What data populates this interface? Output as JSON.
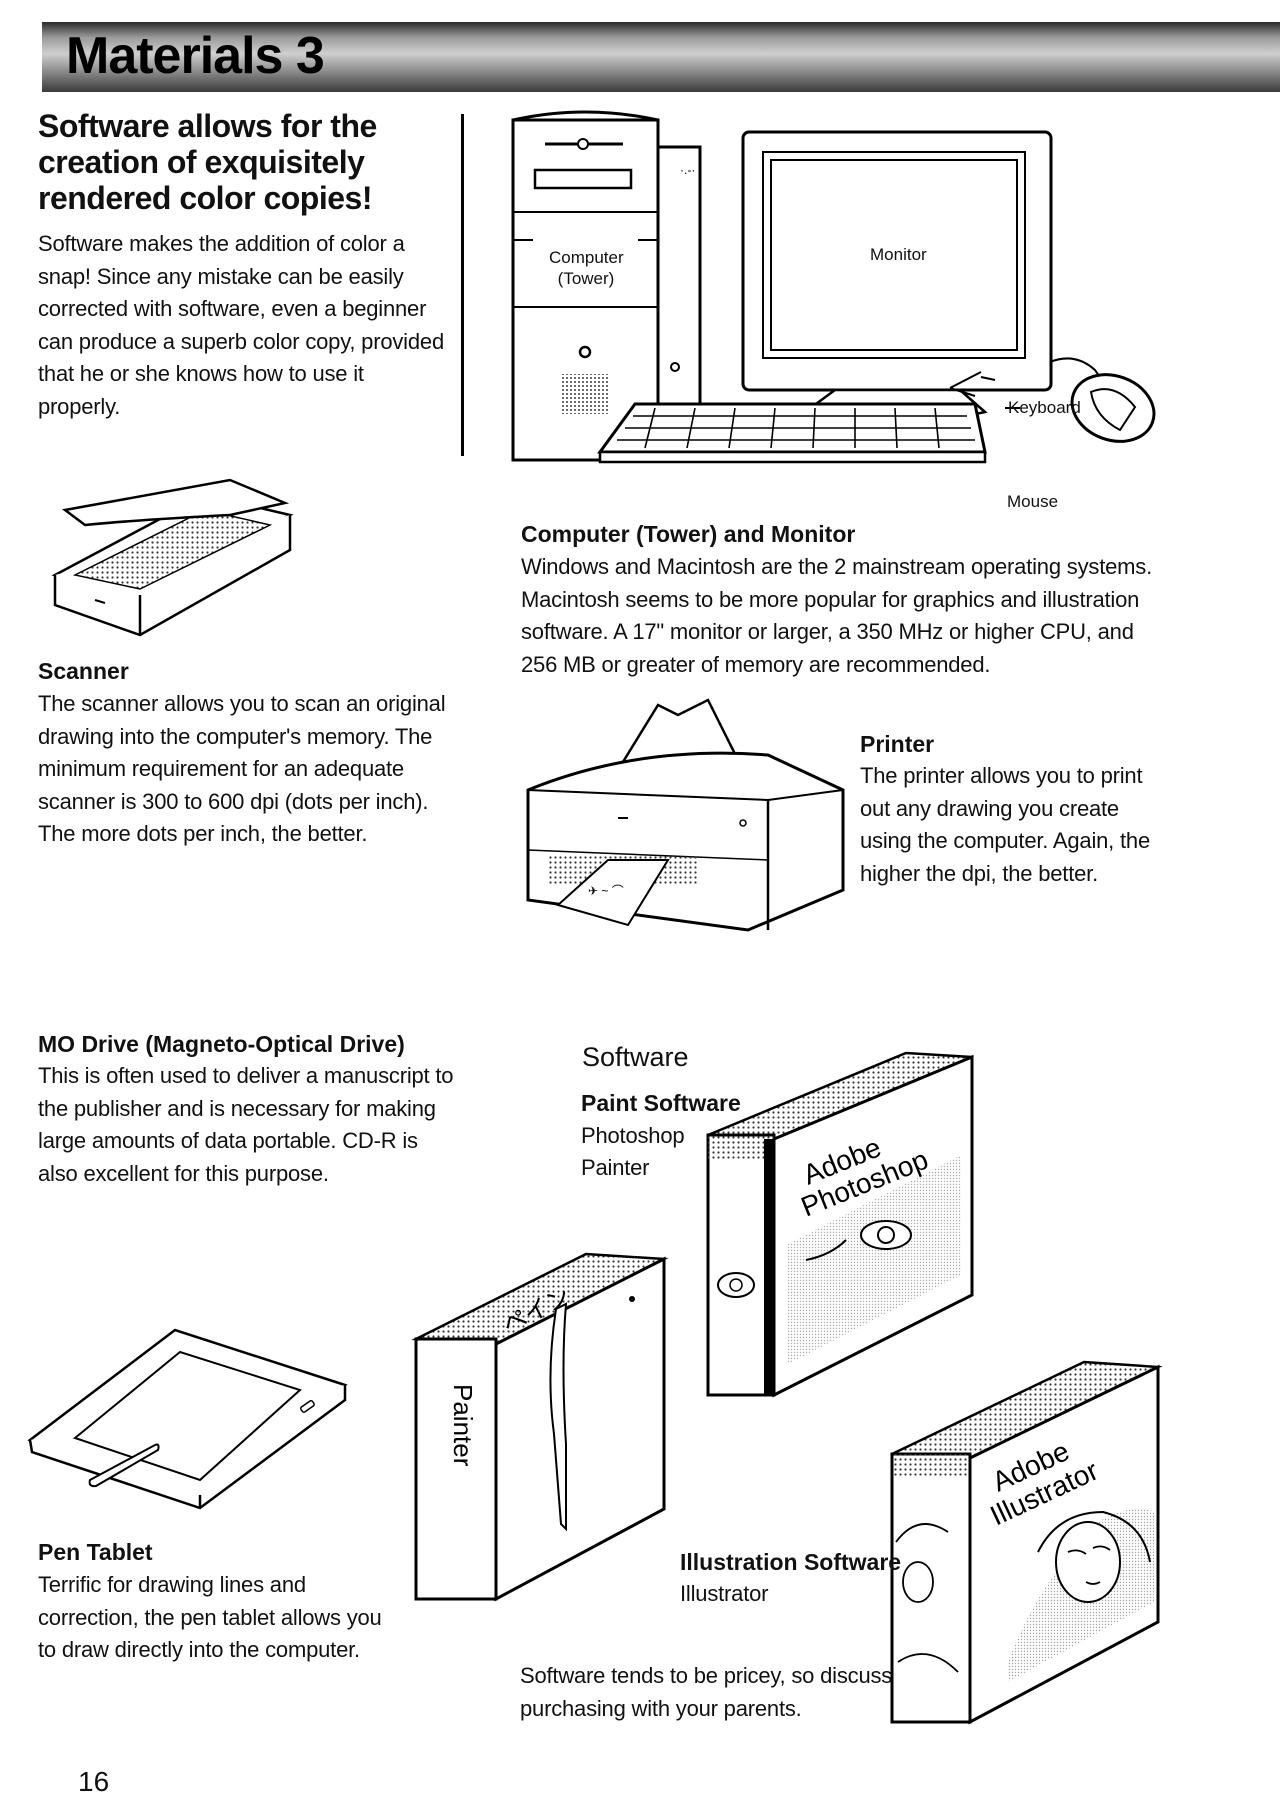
{
  "header": {
    "title": "Materials 3"
  },
  "intro": {
    "headline": "Software allows for the creation of exquisitely rendered color copies!",
    "body": "Software makes the addition of color a snap! Since any mistake can be easily corrected with software, even a beginner can produce a superb color copy, provided that he or she knows how to use it properly."
  },
  "computer": {
    "tower_label_1": "Computer",
    "tower_label_2": "(Tower)",
    "monitor_label": "Monitor",
    "keyboard_label": "Keyboard",
    "mouse_label": "Mouse",
    "title": "Computer (Tower) and Monitor",
    "body": "Windows and Macintosh are the 2 mainstream operating systems. Macintosh seems to be more popular for graphics and illustration software. A 17\" monitor or larger, a 350 MHz or higher CPU, and 256 MB or greater of memory are recommended."
  },
  "scanner": {
    "title": "Scanner",
    "body": "The scanner allows you to scan an original drawing into the computer's memory. The minimum requirement for an adequate scanner is 300 to 600 dpi (dots per inch). The more dots per inch, the better."
  },
  "printer": {
    "title": "Printer",
    "body": "The printer allows you to print out any drawing you create using the computer. Again, the higher the dpi, the better."
  },
  "mo_drive": {
    "title": "MO Drive (Magneto-Optical Drive)",
    "body": "This is often used to deliver a manuscript to the publisher and is necessary for making large amounts of data portable. CD-R is also excellent for this purpose."
  },
  "software": {
    "title": "Software",
    "paint_title": "Paint Software",
    "paint_items": [
      "Photoshop",
      "Painter"
    ],
    "illustration_title": "Illustration Software",
    "illustration_items": [
      "Illustrator"
    ],
    "note": "Software tends to be pricey, so discuss purchasing with your parents.",
    "box_photoshop_1": "Adobe",
    "box_photoshop_2": "Photoshop",
    "box_painter": "Painter",
    "box_illustrator_1": "Adobe",
    "box_illustrator_2": "Illustrator"
  },
  "pen_tablet": {
    "title": "Pen Tablet",
    "body": "Terrific for drawing lines and correction, the pen tablet allows you to draw directly into the computer."
  },
  "page_number": "16"
}
